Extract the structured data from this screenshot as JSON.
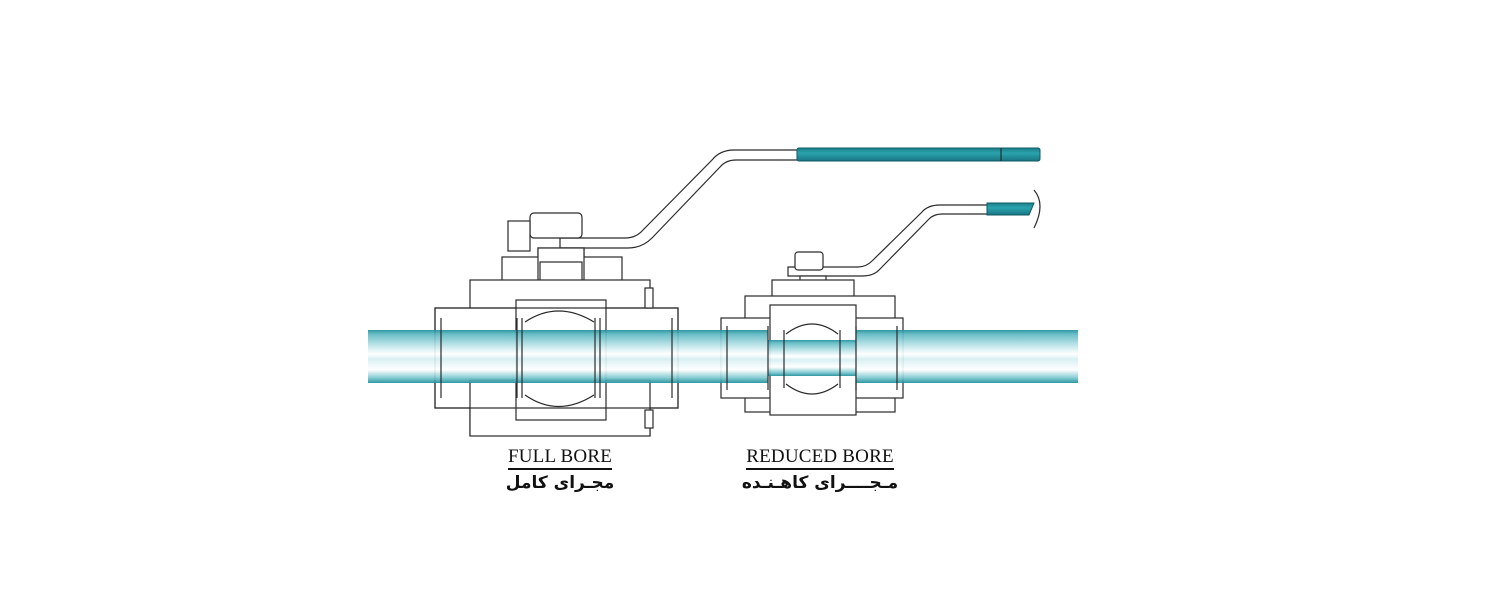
{
  "diagram": {
    "subject": "Ball valve bore comparison",
    "colors": {
      "pipe_dark": "#1f8f9b",
      "pipe_mid": "#7cc8d0",
      "pipe_light": "#e8f6f8",
      "handle_grip": "#21949f",
      "line": "#2a2a2a",
      "background": "#ffffff"
    },
    "valves": [
      {
        "id": "full-bore",
        "label_en": "FULL BORE",
        "label_fa": "مجـرای  کامل"
      },
      {
        "id": "reduced-bore",
        "label_en": "REDUCED BORE",
        "label_fa": "مـجــــرای کاهـنـده"
      }
    ]
  }
}
